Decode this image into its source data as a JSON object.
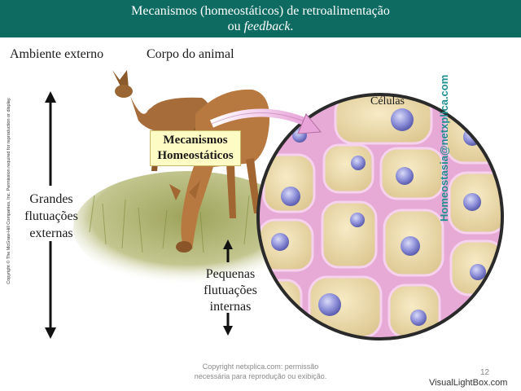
{
  "title": {
    "line1": "Mecanismos (homeostáticos) de retroalimentação",
    "line2_prefix": "ou ",
    "line2_italic": "feedback",
    "line2_suffix": "."
  },
  "labels": {
    "external_environment": "Ambiente externo",
    "animal_body": "Corpo do animal",
    "large_fluctuations": [
      "Grandes",
      "flutuações",
      "externas"
    ],
    "small_fluctuations": [
      "Pequenas",
      "flutuações",
      "internas"
    ],
    "mechanisms": [
      "Mecanismos",
      "Homeostáticos"
    ],
    "cells": "Células"
  },
  "copyright_side": "Copyright © The McGraw-Hill Companies, Inc. Permission required for reproduction or display.",
  "watermark": "Homeostasia@netxplica.com",
  "footer": {
    "line1": "Copyright netxplica.com: permissão",
    "line2": "necessária para reprodução ou exibição.",
    "page_number": "12",
    "site": "VisualLightBox.com"
  },
  "colors": {
    "title_bar": "#0d6b62",
    "cell_fill": "#efdfb0",
    "membrane": "#e7a9d6",
    "nucleus": "#8c8ed8",
    "arrow_pink": "#e8a3d9"
  }
}
